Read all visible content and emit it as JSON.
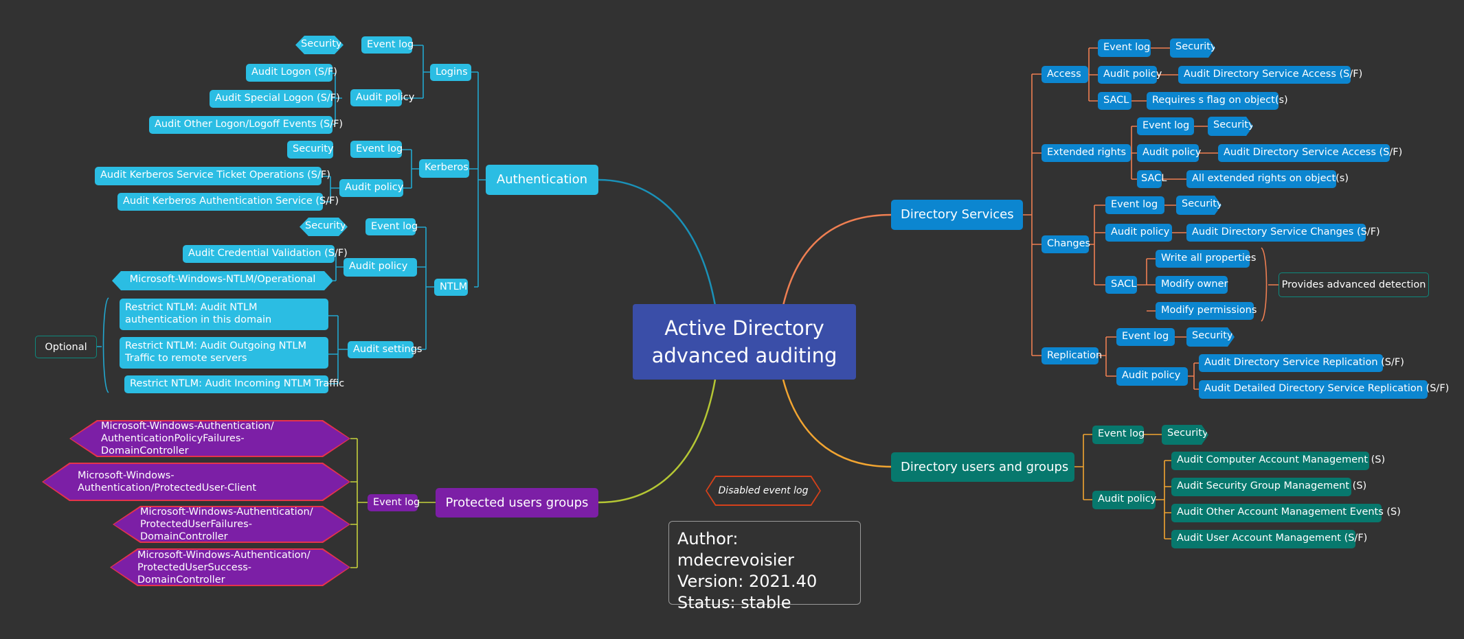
{
  "central_topic": {
    "line1": "Active Directory",
    "line2": "advanced auditing"
  },
  "legend_disabled": "Disabled event log",
  "info": {
    "author": "Author: mdecrevoisier",
    "version": "Version: 2021.40",
    "status": "Status: stable"
  },
  "colors": {
    "authentication": "#2bbde3",
    "directory_services": "#0c86d0",
    "users_groups": "#07786d",
    "protected": "#7c1fa6"
  },
  "authentication": {
    "label": "Authentication",
    "logins": {
      "label": "Logins",
      "event_log": "Event log",
      "event_log_value": "Security",
      "audit_policy": "Audit policy",
      "policies": [
        "Audit Logon (S/F)",
        "Audit Special Logon (S/F)",
        "Audit Other Logon/Logoff Events (S/F)"
      ]
    },
    "kerberos": {
      "label": "Kerberos",
      "event_log": "Event log",
      "event_log_value": "Security",
      "audit_policy": "Audit policy",
      "policies": [
        "Audit Kerberos Service Ticket Operations (S/F)",
        "Audit Kerberos Authentication Service (S/F)"
      ]
    },
    "ntlm": {
      "label": "NTLM",
      "event_log": "Event log",
      "event_log_value": "Security",
      "audit_policy": "Audit policy",
      "policies": [
        "Audit Credential Validation (S/F)",
        "Microsoft-Windows-NTLM/Operational"
      ],
      "audit_settings": "Audit settings",
      "settings": [
        "Restrict NTLM: Audit NTLM authentication in this domain",
        "Restrict NTLM: Audit Outgoing NTLM Traffic to remote servers",
        "Restrict NTLM: Audit Incoming NTLM Traffic"
      ],
      "optional": "Optional"
    }
  },
  "protected": {
    "label": "Protected users groups",
    "event_log": "Event log",
    "logs": [
      "Microsoft-Windows-Authentication/ AuthenticationPolicyFailures-DomainController",
      "Microsoft-Windows-Authentication/ProtectedUser-Client",
      "Microsoft-Windows-Authentication/ ProtectedUserFailures-DomainController",
      "Microsoft-Windows-Authentication/ ProtectedUserSuccess-DomainController"
    ]
  },
  "directory_services": {
    "label": "Directory Services",
    "access": {
      "label": "Access",
      "event_log": "Event log",
      "event_log_value": "Security",
      "audit_policy": "Audit policy",
      "policy": "Audit Directory Service Access (S/F)",
      "sacl": "SACL",
      "sacl_value": "Requires s flag on object(s)"
    },
    "extended": {
      "label": "Extended rights",
      "event_log": "Event log",
      "event_log_value": "Security",
      "audit_policy": "Audit policy",
      "policy": "Audit Directory Service Access (S/F)",
      "sacl": "SACL",
      "sacl_value": "All extended rights on object(s)"
    },
    "changes": {
      "label": "Changes",
      "event_log": "Event log",
      "event_log_value": "Security",
      "audit_policy": "Audit policy",
      "policy": "Audit Directory Service Changes (S/F)",
      "sacl": "SACL",
      "sacl_values": [
        "Write all properties",
        "Modify owner",
        "Modify permissions"
      ],
      "note": "Provides advanced detection"
    },
    "replication": {
      "label": "Replication",
      "event_log": "Event log",
      "event_log_value": "Security",
      "audit_policy": "Audit policy",
      "policies": [
        "Audit Directory Service Replication (S/F)",
        "Audit Detailed Directory Service Replication (S/F)"
      ]
    }
  },
  "users_groups": {
    "label": "Directory users and groups",
    "event_log": "Event log",
    "event_log_value": "Security",
    "audit_policy": "Audit policy",
    "policies": [
      "Audit Computer Account Management (S)",
      "Audit Security Group Management (S)",
      "Audit Other Account Management Events (S)",
      "Audit User Account Management (S/F)"
    ]
  }
}
